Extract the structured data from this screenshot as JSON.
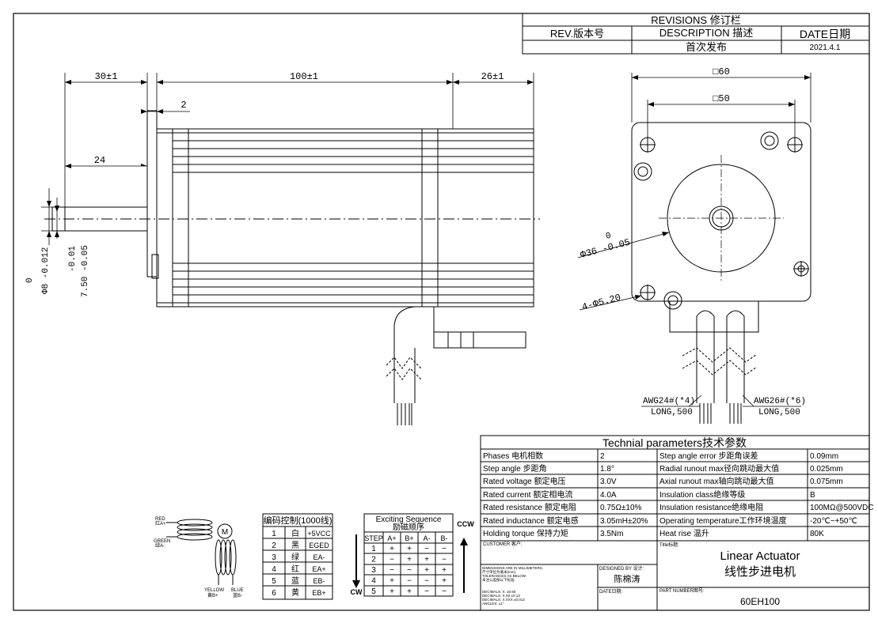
{
  "revisions": {
    "title": "REVISIONS 修订栏",
    "col_rev": "REV.版本号",
    "col_desc": "DESCRIPTION 描述",
    "col_date": "DATE日期",
    "row_desc": "首次发布",
    "row_date": "2021.4.1"
  },
  "side_view": {
    "dim_30": "30±1",
    "dim_100": "100±1",
    "dim_26": "26±1",
    "dim_2": "2",
    "dim_24": "24",
    "tol_shaft": "0",
    "dim_shaft": "Φ8 -0.012",
    "tol_flat_a": "-0.01",
    "dim_flat": "7.50 -0.05"
  },
  "front_view": {
    "dim_60": "□60",
    "dim_50": "□50",
    "tol_pilot": "0",
    "dim_pilot": "Φ36 -0.05",
    "dim_holes": "4-Φ5.20",
    "awg24": "AWG24#(*4)",
    "long24": "LONG,500",
    "awg26": "AWG26#(*6)",
    "long26": "LONG,500"
  },
  "params": {
    "title": "Technial parameters技术参数",
    "rows": [
      {
        "k1": "Phases 电机相数",
        "v1": "2",
        "k2": "Step angle error 步距角误差",
        "v2": "0.09mm"
      },
      {
        "k1": "Step angle 步距角",
        "v1": "1.8°",
        "k2": "Radial runout max径向跳动最大值",
        "v2": "0.025mm"
      },
      {
        "k1": "Rated voltage 额定电压",
        "v1": "3.0V",
        "k2": "Axial runout max轴向跳动最大值",
        "v2": "0.075mm"
      },
      {
        "k1": "Rated current 额定相电流",
        "v1": "4.0A",
        "k2": "Insulation class绝缘等级",
        "v2": "B"
      },
      {
        "k1": "Rated resistance 额定电阻",
        "v1": "0.75Ω±10%",
        "k2": "Insulation resistance绝缘电阻",
        "v2": "100MΩ@500VDC"
      },
      {
        "k1": "Rated inductance 额定电感",
        "v1": "3.05mH±20%",
        "k2": "Operating temperature工作环境温度",
        "v2": "-20℃~+50℃"
      },
      {
        "k1": "Holding torque 保持力矩",
        "v1": "3.5Nm",
        "k2": "Heat rise 温升",
        "v2": "80K"
      }
    ]
  },
  "title_block": {
    "customer": "CUSTOMER 客户:",
    "title_label": "Title标题:",
    "title_en": "Linear Actuator",
    "title_cn": "线性步进电机",
    "dims_note_1": "DIMENSIONS ARE IN MILLIMETERS.",
    "dims_note_2": "尺寸单位为毫米(mm).",
    "dims_note_3": "TOLERANCES AS BELOW:",
    "dims_note_4": "未注公差按以下标准:",
    "dec_1": "DECIMALS: X.    ±0.50",
    "dec_2": "DECIMALS: X.X0  ±0.13",
    "dec_3": "DECIMALS: X.XXX ±0.013",
    "angles": "ANGLES:   ±1°",
    "designed_by": "DESIGNED BY 设计:",
    "designer": "陈棉涛",
    "date_label": "DATE日期:",
    "part_label": "PART NUMBER图号:",
    "part_number": "60EH100"
  },
  "wiring": {
    "red": "RED",
    "red_cn": "红A+",
    "green": "GREEN",
    "green_cn": "绿A-",
    "yellow": "YELLOW",
    "yellow_cn": "黄B+",
    "blue": "BLUE",
    "blue_cn": "蓝B-",
    "motor_symbol": "M"
  },
  "encoder": {
    "title": "编码控制(1000线)",
    "rows": [
      {
        "n": "1",
        "color": "白",
        "sig": "+5VCC"
      },
      {
        "n": "2",
        "color": "黑",
        "sig": "EGED"
      },
      {
        "n": "3",
        "color": "绿",
        "sig": "EA-"
      },
      {
        "n": "4",
        "color": "红",
        "sig": "EA+"
      },
      {
        "n": "5",
        "color": "蓝",
        "sig": "EB-"
      },
      {
        "n": "6",
        "color": "黄",
        "sig": "EB+"
      }
    ]
  },
  "sequence": {
    "title": "Exciting Sequence",
    "title_cn": "励磁顺序",
    "headers": [
      "STEP",
      "A+",
      "B+",
      "A-",
      "B-"
    ],
    "rows": [
      [
        "1",
        "+",
        "+",
        "−",
        "−"
      ],
      [
        "2",
        "−",
        "+",
        "+",
        "−"
      ],
      [
        "3",
        "−",
        "−",
        "+",
        "+"
      ],
      [
        "4",
        "+",
        "−",
        "−",
        "+"
      ],
      [
        "5",
        "+",
        "+",
        "−",
        "−"
      ]
    ],
    "cw": "CW",
    "ccw": "CCW"
  }
}
